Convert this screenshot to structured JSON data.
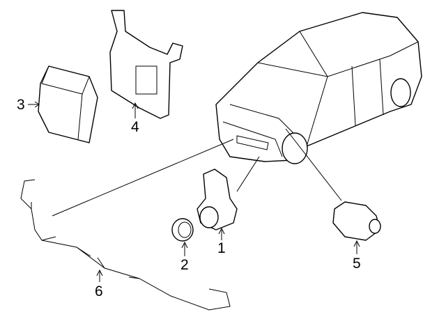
{
  "callouts": [
    {
      "number": "1",
      "part": "parking-sensor"
    },
    {
      "number": "2",
      "part": "sensor-ring"
    },
    {
      "number": "3",
      "part": "control-module"
    },
    {
      "number": "4",
      "part": "module-bracket"
    },
    {
      "number": "5",
      "part": "camera"
    },
    {
      "number": "6",
      "part": "wiring-harness"
    }
  ]
}
